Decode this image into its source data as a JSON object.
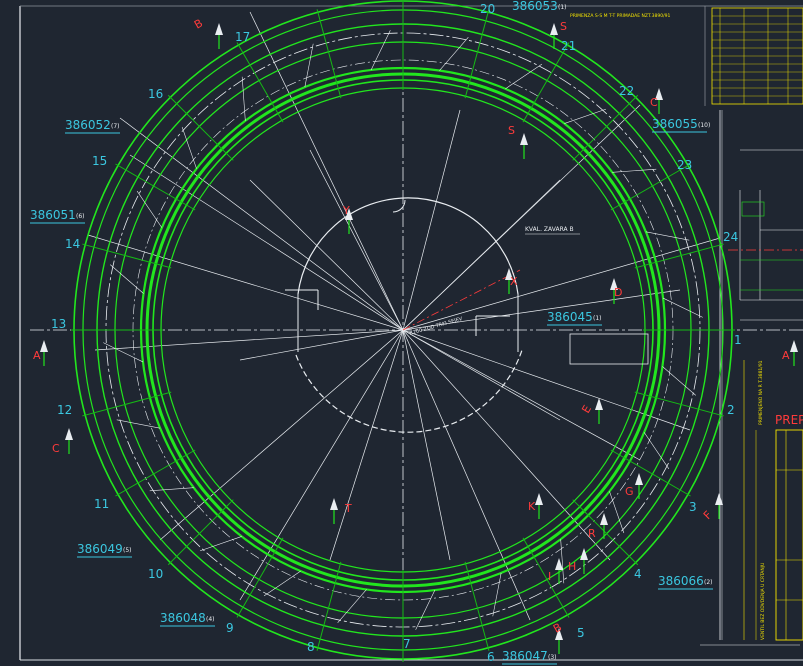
{
  "colors": {
    "background": "#1f2631",
    "frame": "#d9dde2",
    "ring": "#22e61e",
    "ring_light": "#15b915",
    "cyan": "#3bc7e0",
    "white": "#e9edf1",
    "red": "#ff3b3b",
    "yellow": "#f5e400",
    "gray": "#8f959c"
  },
  "segment_numbers": [
    "1",
    "2",
    "3",
    "4",
    "5",
    "6",
    "7",
    "8",
    "9",
    "10",
    "11",
    "12",
    "13",
    "14",
    "15",
    "16",
    "17",
    "20",
    "21",
    "22",
    "23",
    "24"
  ],
  "part_labels": {
    "p386052": "386052",
    "p386052_sub": "(7)",
    "p386051": "386051",
    "p386051_sub": "(6)",
    "p386049": "386049",
    "p386049_sub": "(5)",
    "p386048": "386048",
    "p386048_sub": "(4)",
    "p386047": "386047",
    "p386047_sub": "(3)",
    "p386066": "386066",
    "p386066_sub": "(2)",
    "p386045": "386045",
    "p386045_sub": "(1)",
    "p386055": "386055",
    "p386055_sub": "(10)",
    "p_top": "386053",
    "p_top_sub": "(1)"
  },
  "section_letters": {
    "A_left": "A",
    "A_right": "A",
    "B_top": "B",
    "B_bottom": "B",
    "C_left": "C",
    "C_right": "C",
    "D": "D",
    "E": "E",
    "F": "F",
    "G": "G",
    "H": "H",
    "I": "I",
    "K": "K",
    "R": "R",
    "T": "T",
    "X": "X",
    "Y": "Y",
    "S_top": "S",
    "S_mid": "S"
  },
  "notes": {
    "weld_quality": "KVAL. ZAVARA B",
    "top_note": "PRIMENZA S-S M T-T PRIMADAE NZT.3890/91",
    "center_note": "R200 ZOD TRKI SEJEV",
    "prep_label": "PREP",
    "right_note_1": "PRIMENJENO NA R T.3881/91",
    "right_note_2": "VENTIL BEZ ODVDENJA U CRTANJU"
  }
}
